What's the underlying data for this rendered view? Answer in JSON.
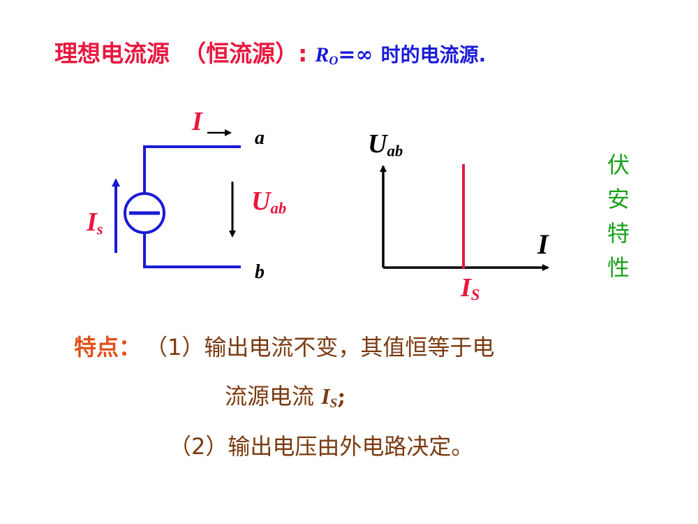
{
  "title": {
    "main": "理想电流源",
    "paren": "（恒流源）:",
    "r_symbol": "R",
    "r_sub": "O",
    "equals_inf": "=∞",
    "rest": "时的电流源."
  },
  "circuit": {
    "current_label": "I",
    "node_a": "a",
    "node_b": "b",
    "source_label": "I",
    "source_sub": "s",
    "voltage_label": "U",
    "voltage_sub": "ab"
  },
  "graph": {
    "y_axis_label": "U",
    "y_axis_sub": "ab",
    "x_axis_label": "I",
    "is_label": "I",
    "is_sub": "S",
    "side_label": "伏安特性"
  },
  "features": {
    "heading": "特点：",
    "item1_num": "（1）",
    "item1_line1": "输出电流不变，其值恒等于电",
    "item1_line2": "流源电流",
    "item1_sym": "I",
    "item1_sub": "S",
    "item1_end": ";",
    "item2_num": "（2）",
    "item2_text": "输出电压由外电路决定。"
  },
  "colors": {
    "title": "#e8173f",
    "wire": "#1a1ad6",
    "accent": "#e8173f",
    "side_label": "#1aa01a",
    "body_text": "#7a3a10"
  }
}
